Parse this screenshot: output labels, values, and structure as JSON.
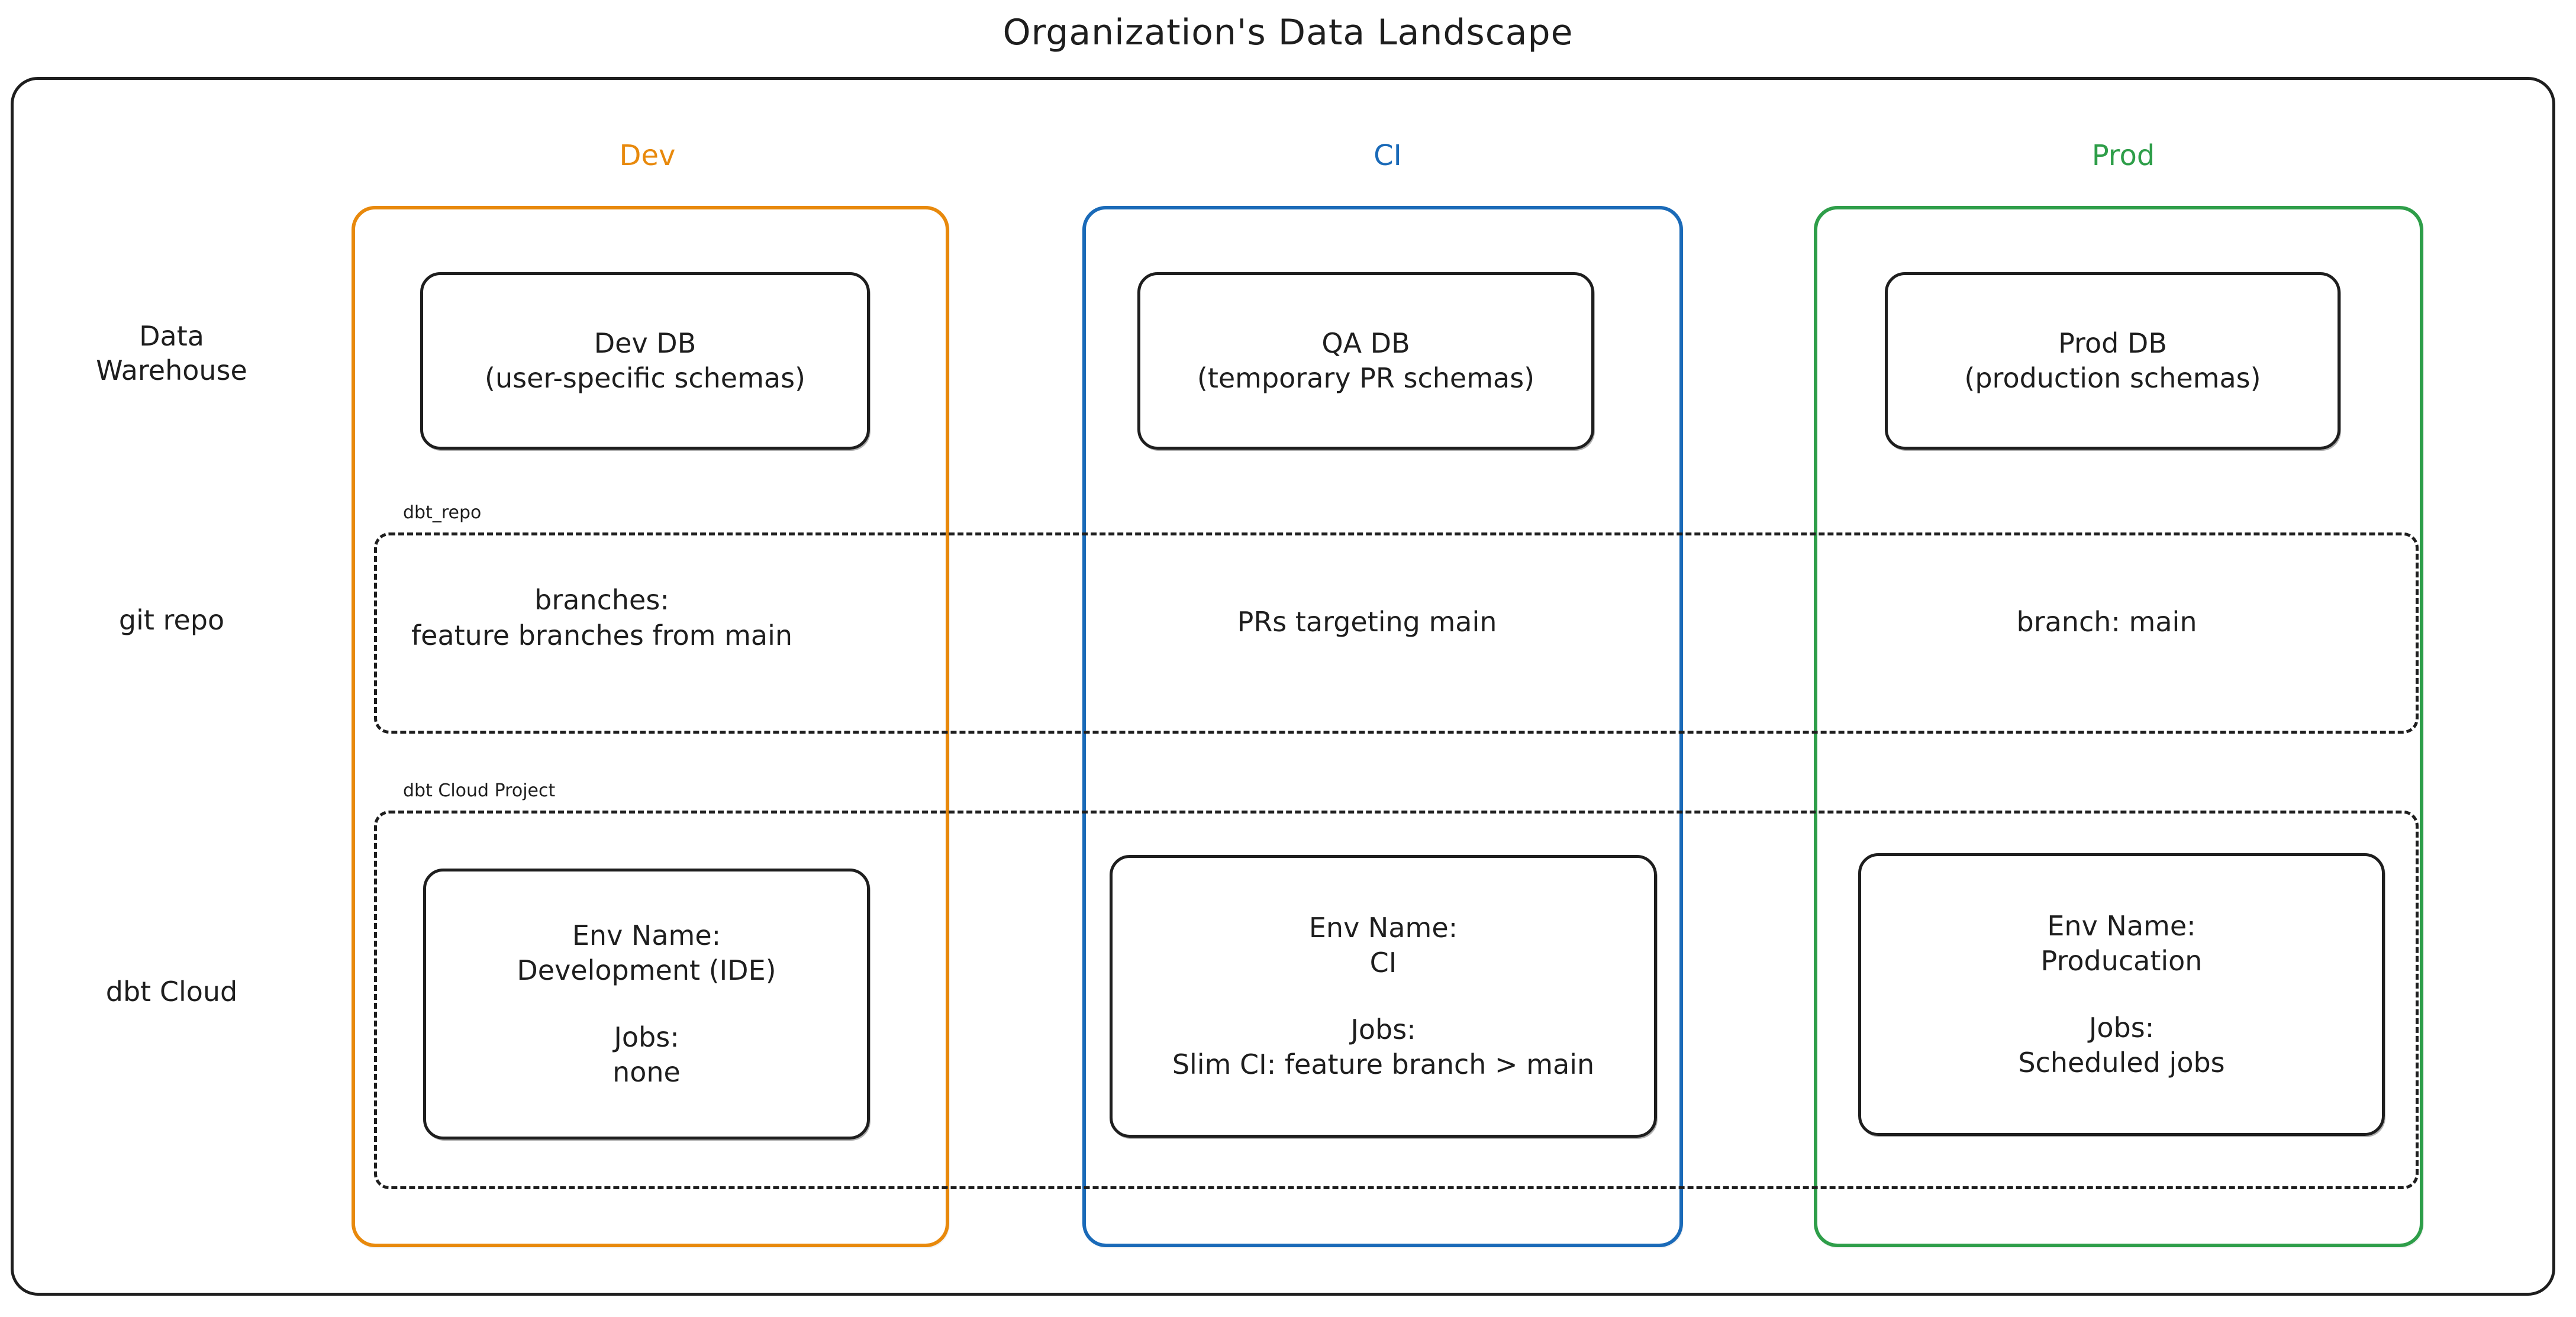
{
  "title": "Organization's Data Landscape",
  "columns": [
    {
      "key": "dev",
      "label": "Dev",
      "color": "#e8890c"
    },
    {
      "key": "ci",
      "label": "CI",
      "color": "#1a6ab8"
    },
    {
      "key": "prod",
      "label": "Prod",
      "color": "#2e9e49"
    }
  ],
  "rows": [
    {
      "key": "data_warehouse",
      "label_line1": "Data",
      "label_line2": "Warehouse"
    },
    {
      "key": "git_repo",
      "label_line1": "git repo",
      "label_line2": ""
    },
    {
      "key": "dbt_cloud",
      "label_line1": "dbt Cloud",
      "label_line2": ""
    }
  ],
  "groups": {
    "git_repo": {
      "label": "dbt_repo"
    },
    "dbt_cloud": {
      "label": "dbt Cloud Project"
    }
  },
  "data_warehouse": {
    "dev": {
      "line1": "Dev DB",
      "line2": "(user-specific schemas)"
    },
    "ci": {
      "line1": "QA DB",
      "line2": "(temporary PR schemas)"
    },
    "prod": {
      "line1": "Prod DB",
      "line2": "(production schemas)"
    }
  },
  "git_repo": {
    "dev": {
      "line1": "branches:",
      "line2": "feature branches from main"
    },
    "ci": {
      "line1": "PRs targeting main",
      "line2": ""
    },
    "prod": {
      "line1": "branch: main",
      "line2": ""
    }
  },
  "dbt_cloud": {
    "dev": {
      "env_name_label": "Env Name:",
      "env_name_value": "Development (IDE)",
      "jobs_label": "Jobs:",
      "jobs_value": "none"
    },
    "ci": {
      "env_name_label": "Env Name:",
      "env_name_value": "CI",
      "jobs_label": "Jobs:",
      "jobs_value": "Slim CI: feature branch > main"
    },
    "prod": {
      "env_name_label": "Env Name:",
      "env_name_value": "Producation",
      "jobs_label": "Jobs:",
      "jobs_value": "Scheduled jobs"
    }
  }
}
